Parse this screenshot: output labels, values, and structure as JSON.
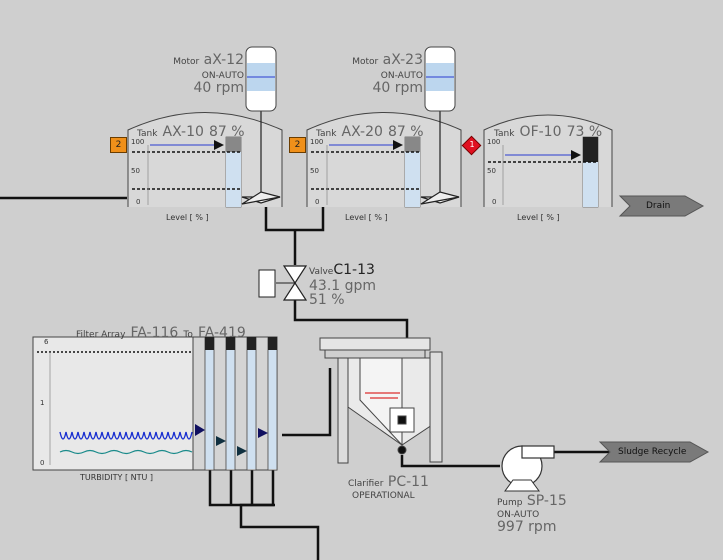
{
  "motors": [
    {
      "prefix": "Motor",
      "tag": "aX-12",
      "mode": "ON-AUTO",
      "speed": "40 rpm"
    },
    {
      "prefix": "Motor",
      "tag": "aX-23",
      "mode": "ON-AUTO",
      "speed": "40 rpm"
    }
  ],
  "tanks": [
    {
      "prefix": "Tank",
      "tag": "AX-10",
      "level_text": "87 %",
      "level": 0.87,
      "axis_label": "Level [ % ]",
      "ticks": [
        "100",
        "50",
        "0"
      ],
      "alarm": "2"
    },
    {
      "prefix": "Tank",
      "tag": "AX-20",
      "level_text": "87 %",
      "level": 0.87,
      "axis_label": "Level [ % ]",
      "ticks": [
        "100",
        "50",
        "0"
      ],
      "alarm": "2"
    },
    {
      "prefix": "Tank",
      "tag": "OF-10",
      "level_text": "73 %",
      "level": 0.73,
      "axis_label": "Level [ % ]",
      "ticks": [
        "100",
        "50",
        "0"
      ],
      "alarm": "1"
    }
  ],
  "valve": {
    "prefix": "Valve",
    "tag": "C1-13",
    "flow": "43.1 gpm",
    "position": "51 %"
  },
  "filter": {
    "prefix": "Filter Array",
    "from": "FA-116",
    "to_word": "To",
    "to": "FA-419",
    "axis_label": "TURBIDITY [ NTU ]",
    "ticks": [
      "6",
      "1",
      "0"
    ]
  },
  "clarifier": {
    "prefix": "Clarifier",
    "tag": "PC-11",
    "status": "OPERATIONAL"
  },
  "pump": {
    "prefix": "Pump",
    "tag": "SP-15",
    "mode": "ON-AUTO",
    "speed": "997 rpm"
  },
  "outlets": {
    "drain": "Drain",
    "sludge": "Sludge Recycle"
  },
  "colors": {
    "background": "#cfcfcf",
    "alarm_orange": "#f0901a",
    "alarm_red": "#e01020",
    "level_fill": "#cfe0f0",
    "trend_blue": "#1a30d0",
    "trend_teal": "#1a8a8a"
  }
}
